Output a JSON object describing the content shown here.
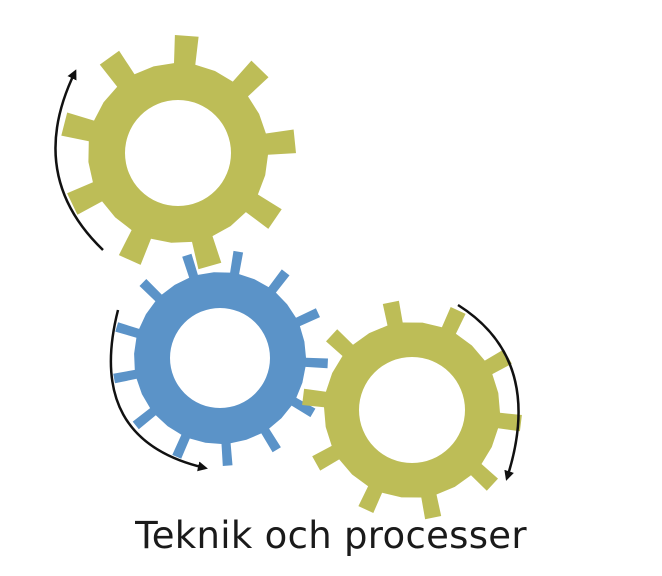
{
  "caption": "Teknik och processer",
  "gears": [
    {
      "name": "top-gear",
      "color": "#bdbd57",
      "teeth": 9
    },
    {
      "name": "middle-gear",
      "color": "#5b93c8",
      "teeth": 13
    },
    {
      "name": "bottom-right-gear",
      "color": "#bdbd57",
      "teeth": 10
    }
  ],
  "arrows": [
    {
      "name": "top-left-rotation-arrow",
      "color": "#111111"
    },
    {
      "name": "middle-left-rotation-arrow",
      "color": "#111111"
    },
    {
      "name": "right-rotation-arrow",
      "color": "#111111"
    }
  ]
}
